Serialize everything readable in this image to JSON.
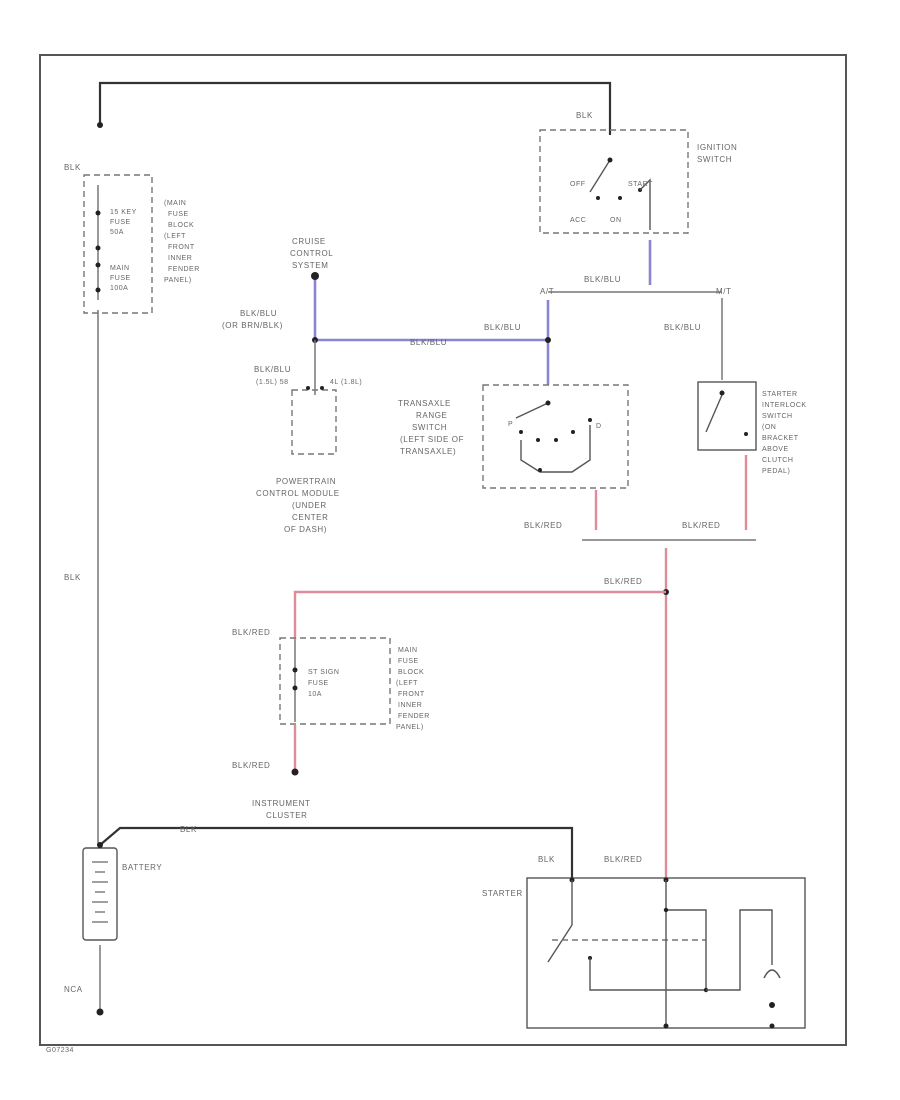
{
  "wires": {
    "blk_top_left": "BLK",
    "blk_ignition_top": "BLK",
    "blk_main_left": "BLK",
    "blk_cluster": "BLK",
    "blk_starter": "BLK",
    "nca_ground": "NCA",
    "blk_blu_switch": "BLK/BLU",
    "blk_blu_cruise": "BLK/BLU",
    "or_brn_blk": "(OR BRN/BLK)",
    "blk_blu_pcm": "BLK/BLU",
    "pcm_pins": "(1.5L) 58",
    "pcm_pin2": "4L (1.8L)",
    "blk_blu_center": "BLK/BLU",
    "blk_blu_trans": "BLK/BLU",
    "blk_blu_interlock": "BLK/BLU",
    "at_label": "A/T",
    "mt_label": "M/T",
    "blk_red_trans": "BLK/RED",
    "blk_red_interlock": "BLK/RED",
    "blk_red_junction": "BLK/RED",
    "blk_red_fuse_top": "BLK/RED",
    "blk_red_fuse_bottom": "BLK/RED",
    "blk_red_starter": "BLK/RED"
  },
  "components": {
    "ignition_switch": [
      "IGNITION",
      "SWITCH"
    ],
    "ignition_positions": {
      "off": "OFF",
      "start": "START",
      "acc": "ACC",
      "on": "ON"
    },
    "fuse_block_left": [
      "15 KEY",
      "FUSE",
      "50A"
    ],
    "fuse_block_left2": [
      "MAIN",
      "FUSE",
      "100A"
    ],
    "fuse_block_desc": [
      "(MAIN",
      "FUSE",
      "BLOCK",
      "(LEFT",
      "FRONT",
      "INNER",
      "FENDER",
      "PANEL)"
    ],
    "cruise_control": [
      "CRUISE",
      "CONTROL",
      "SYSTEM"
    ],
    "transaxle_switch": [
      "TRANSAXLE",
      "RANGE",
      "SWITCH",
      "(LEFT SIDE OF",
      "TRANSAXLE)"
    ],
    "trans_positions": {
      "p": "P",
      "d": "D"
    },
    "pcm": [
      "POWERTRAIN",
      "CONTROL MODULE",
      "(UNDER",
      "CENTER",
      "OF DASH)"
    ],
    "starter_interlock": [
      "STARTER",
      "INTERLOCK",
      "SWITCH",
      "(ON",
      "BRACKET",
      "ABOVE",
      "CLUTCH",
      "PEDAL)"
    ],
    "st_fuse": [
      "ST SIGN",
      "FUSE",
      "10A"
    ],
    "st_fuse_desc": [
      "MAIN",
      "FUSE",
      "BLOCK",
      "(LEFT",
      "FRONT",
      "INNER",
      "FENDER",
      "PANEL)"
    ],
    "instrument_cluster": [
      "INSTRUMENT",
      "CLUSTER"
    ],
    "battery": "BATTERY",
    "starter": "STARTER"
  },
  "footer": {
    "code": "G07234"
  }
}
